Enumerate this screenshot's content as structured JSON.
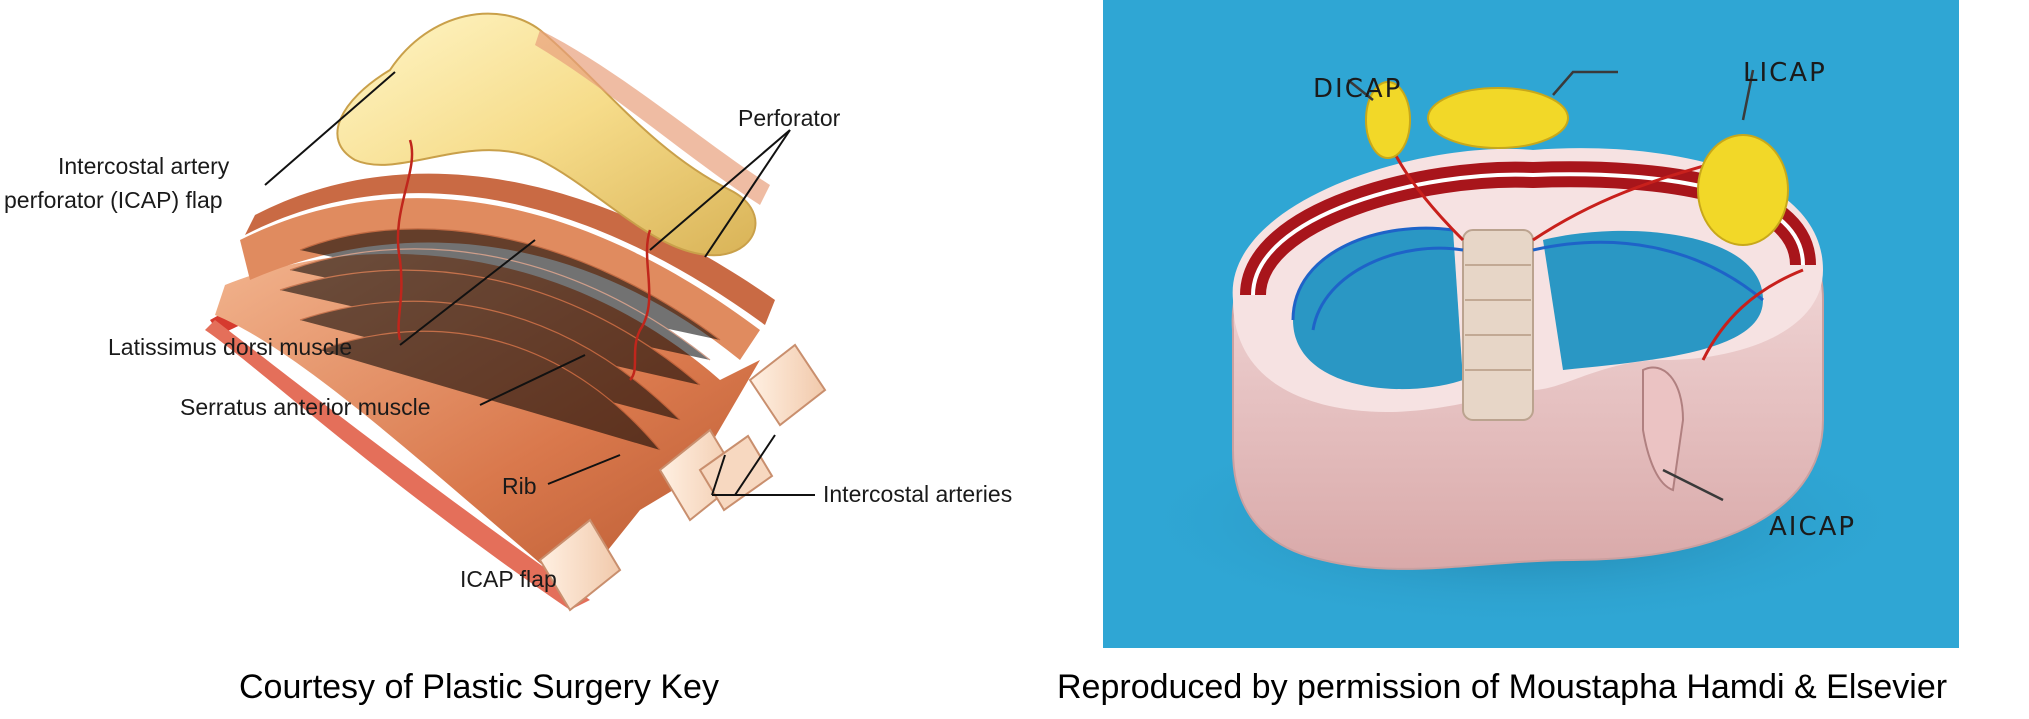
{
  "left_figure": {
    "labels": {
      "icap_flap_line1": "Intercostal artery",
      "icap_flap_line2": "perforator (ICAP) flap",
      "perforator": "Perforator",
      "latissimus": "Latissimus dorsi muscle",
      "serratus": "Serratus anterior muscle",
      "rib": "Rib",
      "intercostal_arteries": "Intercostal arteries",
      "figure_title": "ICAP flap"
    }
  },
  "right_figure": {
    "labels": {
      "dicap": "DICAP",
      "licap": "LICAP",
      "aicap": "AICAP"
    }
  },
  "captions": {
    "left": "Courtesy of Plastic Surgery Key",
    "right": "Reproduced by permission of Moustapha Hamdi & Elsevier"
  }
}
